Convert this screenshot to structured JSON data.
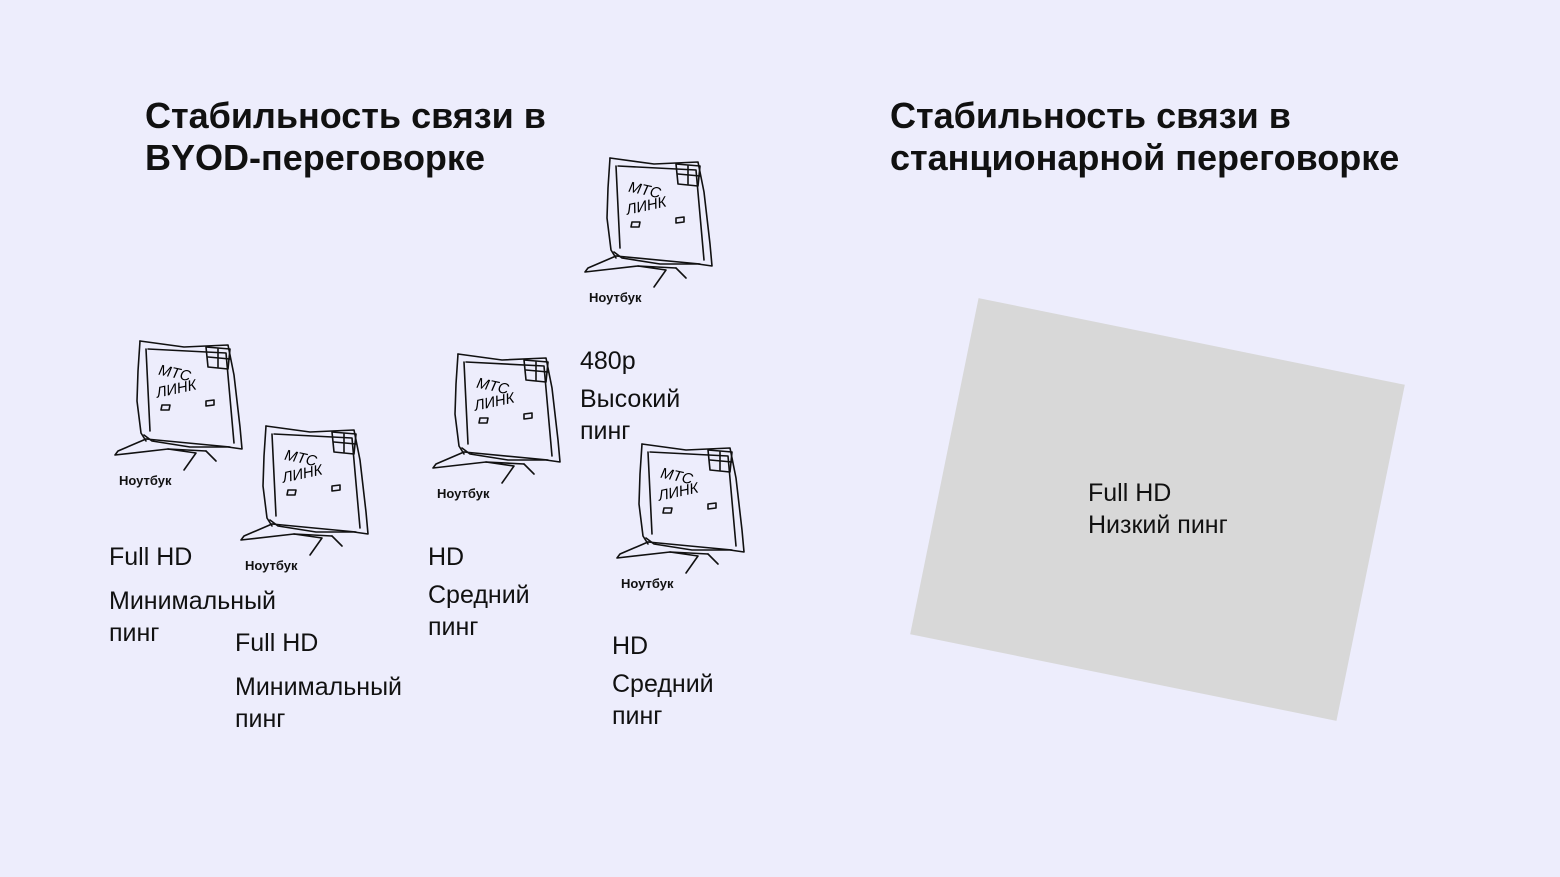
{
  "headings": {
    "byod": [
      "Стабильность связи в",
      "BYOD-переговорке"
    ],
    "stationary": [
      "Стабильность связи в",
      "станционарной переговорке"
    ]
  },
  "laptops": [
    {
      "label": "Ноутбук",
      "logo_line1": "МТС",
      "logo_line2": "ЛИНК"
    },
    {
      "label": "Ноутбук",
      "logo_line1": "МТС",
      "logo_line2": "ЛИНК"
    },
    {
      "label": "Ноутбук",
      "logo_line1": "МТС",
      "logo_line2": "ЛИНК"
    },
    {
      "label": "Ноутбук",
      "logo_line1": "МТС",
      "logo_line2": "ЛИНК"
    },
    {
      "label": "Ноутбук",
      "logo_line1": "МТС",
      "logo_line2": "ЛИНК"
    }
  ],
  "specs": [
    {
      "quality": "Full HD",
      "ping": [
        "Минимальный",
        "пинг"
      ]
    },
    {
      "quality": "Full HD",
      "ping": [
        "Минимальный",
        "пинг"
      ]
    },
    {
      "quality": "HD",
      "ping": [
        "Средний",
        "пинг"
      ]
    },
    {
      "quality": "480p",
      "ping": [
        "Высокий",
        "пинг"
      ]
    },
    {
      "quality": "HD",
      "ping": [
        "Средний",
        "пинг"
      ]
    }
  ],
  "room": {
    "quality": "Full HD",
    "ping": "Низкий пинг"
  },
  "colors": {
    "background": "#ededfc",
    "board": "#d8d8d8",
    "ink": "#111111"
  }
}
